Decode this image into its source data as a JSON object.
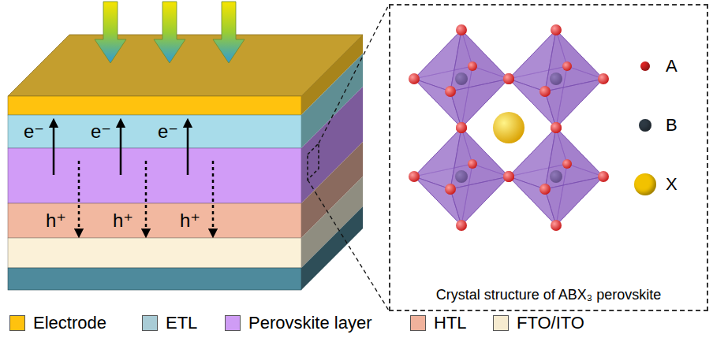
{
  "diagram": {
    "nodes": [
      {
        "text": [
          "Crystal structure of ABX₃ perovskite"
        ]
      }
    ],
    "labels": [
      "e⁻",
      "e⁻",
      "e⁻",
      "h⁺",
      "h⁺",
      "h⁺"
    ],
    "legend": [
      {
        "text": "Electrode",
        "color": "#FFC20E"
      },
      {
        "text": "ETL",
        "color": "#A9CCD6"
      },
      {
        "text": "Perovskite layer",
        "color": "#CF9CF5"
      },
      {
        "text": "HTL",
        "color": "#F0B29C"
      },
      {
        "text": "FTO/ITO",
        "color": "#F6EBD0"
      },
      {
        "text": "A",
        "color": "#E02424"
      },
      {
        "text": "B",
        "color": "#2E3A44"
      },
      {
        "text": "X",
        "color": "#F2C200"
      }
    ]
  }
}
